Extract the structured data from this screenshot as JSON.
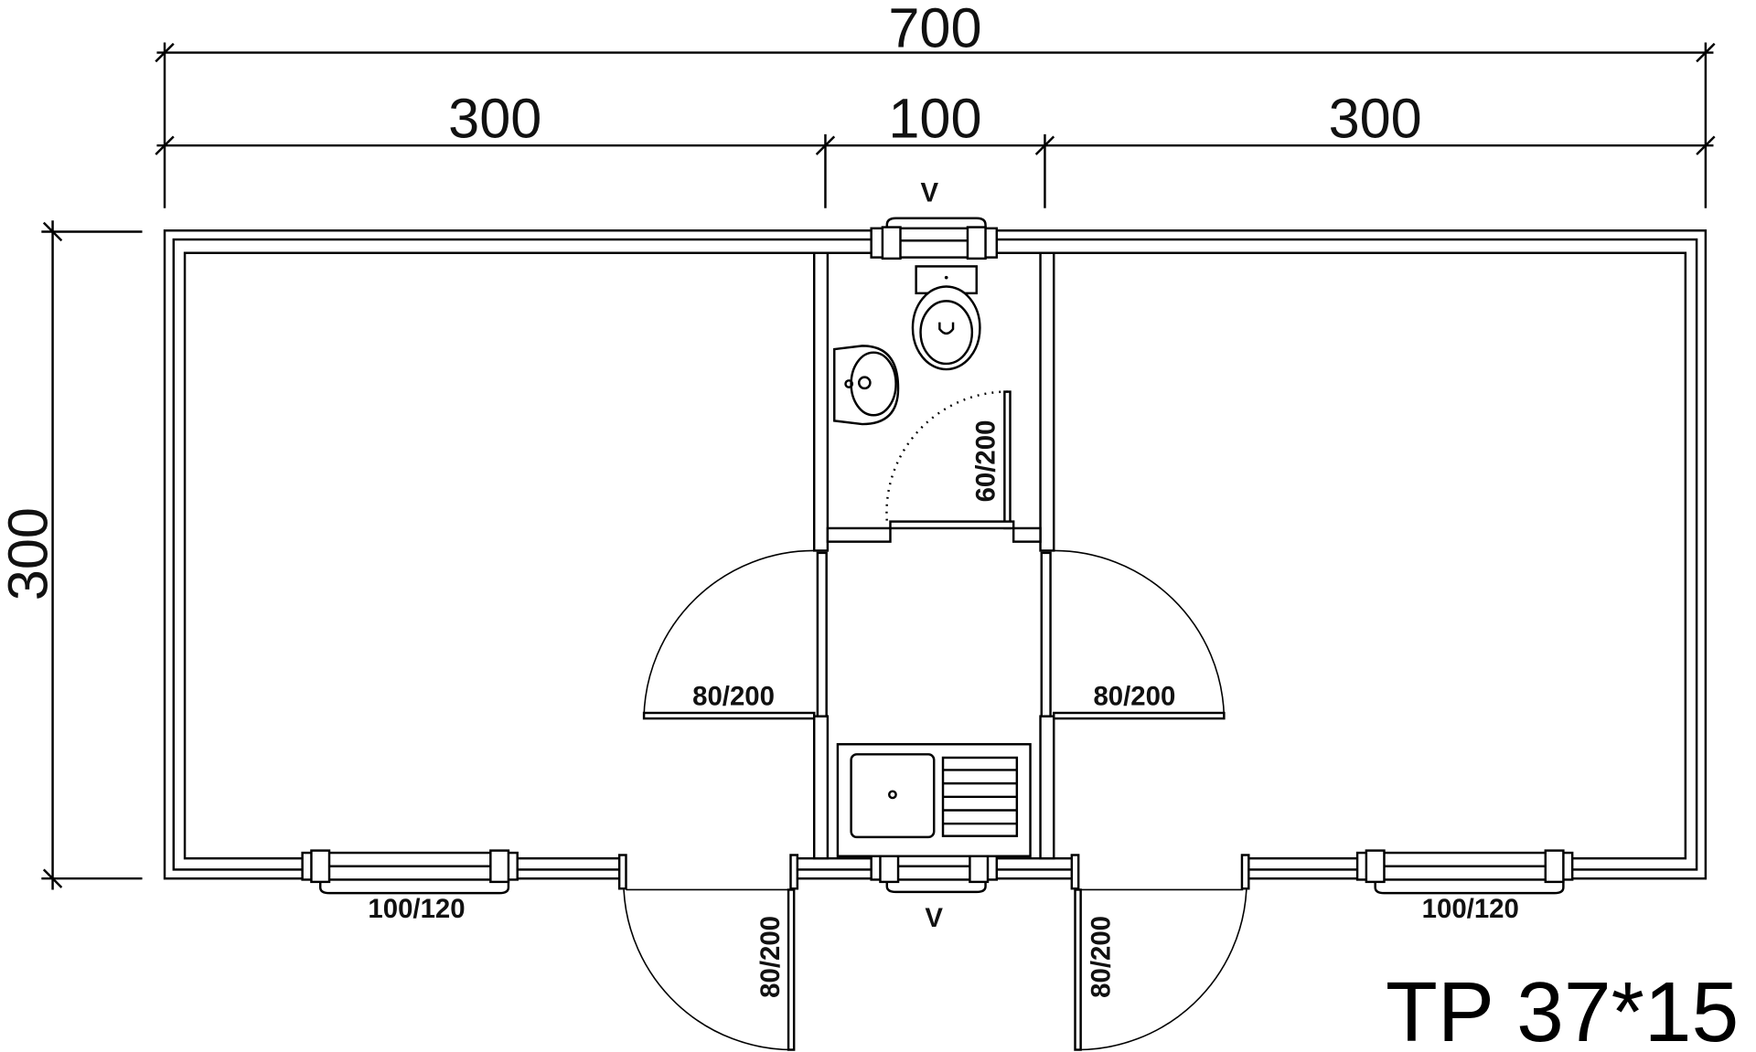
{
  "dimensions": {
    "total_width": "700",
    "left_room_width": "300",
    "center_width": "100",
    "right_room_width": "300",
    "depth": "300"
  },
  "openings": {
    "window_top_label": "V",
    "window_bottom_center_label": "V",
    "window_left": "100/120",
    "window_right": "100/120",
    "bathroom_door": "60/200",
    "interior_door_left": "80/200",
    "interior_door_right": "80/200",
    "exterior_door_left": "80/200",
    "exterior_door_right": "80/200"
  },
  "model_name": "TP 37*15"
}
